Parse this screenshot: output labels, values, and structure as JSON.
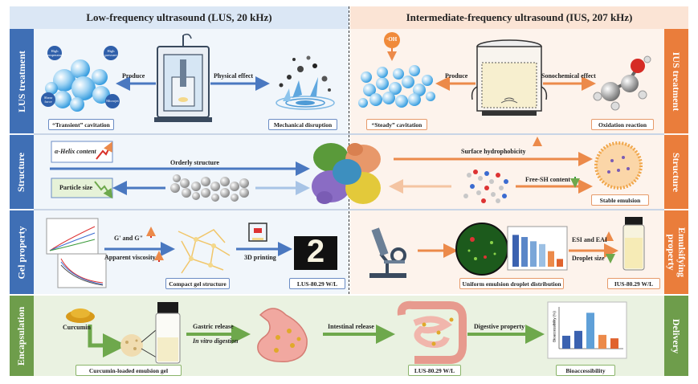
{
  "header": {
    "left": "Low-frequency ultrasound (LUS, 20 kHz)",
    "right": "Intermediate-frequency ultrasound (IUS, 207 kHz)"
  },
  "side_labels": {
    "left": [
      "LUS treatment",
      "Structure",
      "Gel property",
      "Encapsulation"
    ],
    "right": [
      "IUS treatment",
      "Structure",
      "Emulsifying property",
      "Delivery"
    ]
  },
  "row1": {
    "left": {
      "transient_cavitation": "“Transient” cavitation",
      "produce": "Produce",
      "physical_effect": "Physical effect",
      "mechanical_disruption": "Mechanical disruption",
      "bubble_labels": [
        "High temperature",
        "High pressure",
        "Shear force",
        "Microjet"
      ]
    },
    "right": {
      "oh": "·OH",
      "produce": "Produce",
      "sonochemical_effect": "Sonochemical effect",
      "steady_cavitation": "“Steady” cavitation",
      "oxidation_reaction": "Oxidation reaction"
    }
  },
  "row2": {
    "alpha_helix": "α-Helix content",
    "orderly_structure": "Orderly structure",
    "particle_size": "Particle size",
    "surface_hydrophobicity": "Surface hydrophobicity",
    "free_sh": "Free-SH content",
    "stable_emulsion": "Stable emulsion"
  },
  "row3": {
    "g_prime": "G' and G\"",
    "apparent_viscosity": "Apparent viscosity",
    "printing_3d": "3D printing",
    "compact_gel": "Compact gel structure",
    "lus_label": "LUS-80.29 W/L",
    "printed_digit": "2",
    "uniform_emulsion": "Uniform emulsion droplet distribution",
    "esi_eai": "ESI and EAI",
    "droplet_size": "Droplet size",
    "ius_label": "IUS-80.29 W/L"
  },
  "row4": {
    "curcumin": "Curcumin",
    "gastric_release": "Gastric release",
    "in_vitro": "In vitro digestion",
    "intestinal_release": "Intestinal release",
    "digestive_property": "Digestive property",
    "curcumin_gel": "Curcumin-loaded emulsion gel",
    "lus_label": "LUS-80.29 W/L",
    "bioaccessibility": "Bioaccessibility"
  },
  "colors": {
    "blue_side": "#3f6fb5",
    "orange_side": "#ea7d3b",
    "green_side": "#6e9d4b",
    "blue_arrow": "#4a78c0",
    "orange_arrow": "#ec8a4a",
    "green_arrow": "#6ea84c",
    "up_red": "#d9322b",
    "down_green": "#3a9a3a"
  },
  "chart_data": [
    {
      "type": "bar",
      "ylabel": "Bioaccessibility (%)",
      "ylim": [
        0,
        14
      ],
      "categories": [
        "",
        "",
        "",
        "",
        ""
      ],
      "values": [
        4.5,
        6.2,
        12.5,
        4.8,
        3.6
      ]
    },
    {
      "type": "bar",
      "ylim": [
        0,
        100
      ],
      "categories": [
        "",
        "",
        "",
        "",
        "",
        ""
      ],
      "values": [
        90,
        84,
        72,
        64,
        44,
        22
      ]
    }
  ]
}
